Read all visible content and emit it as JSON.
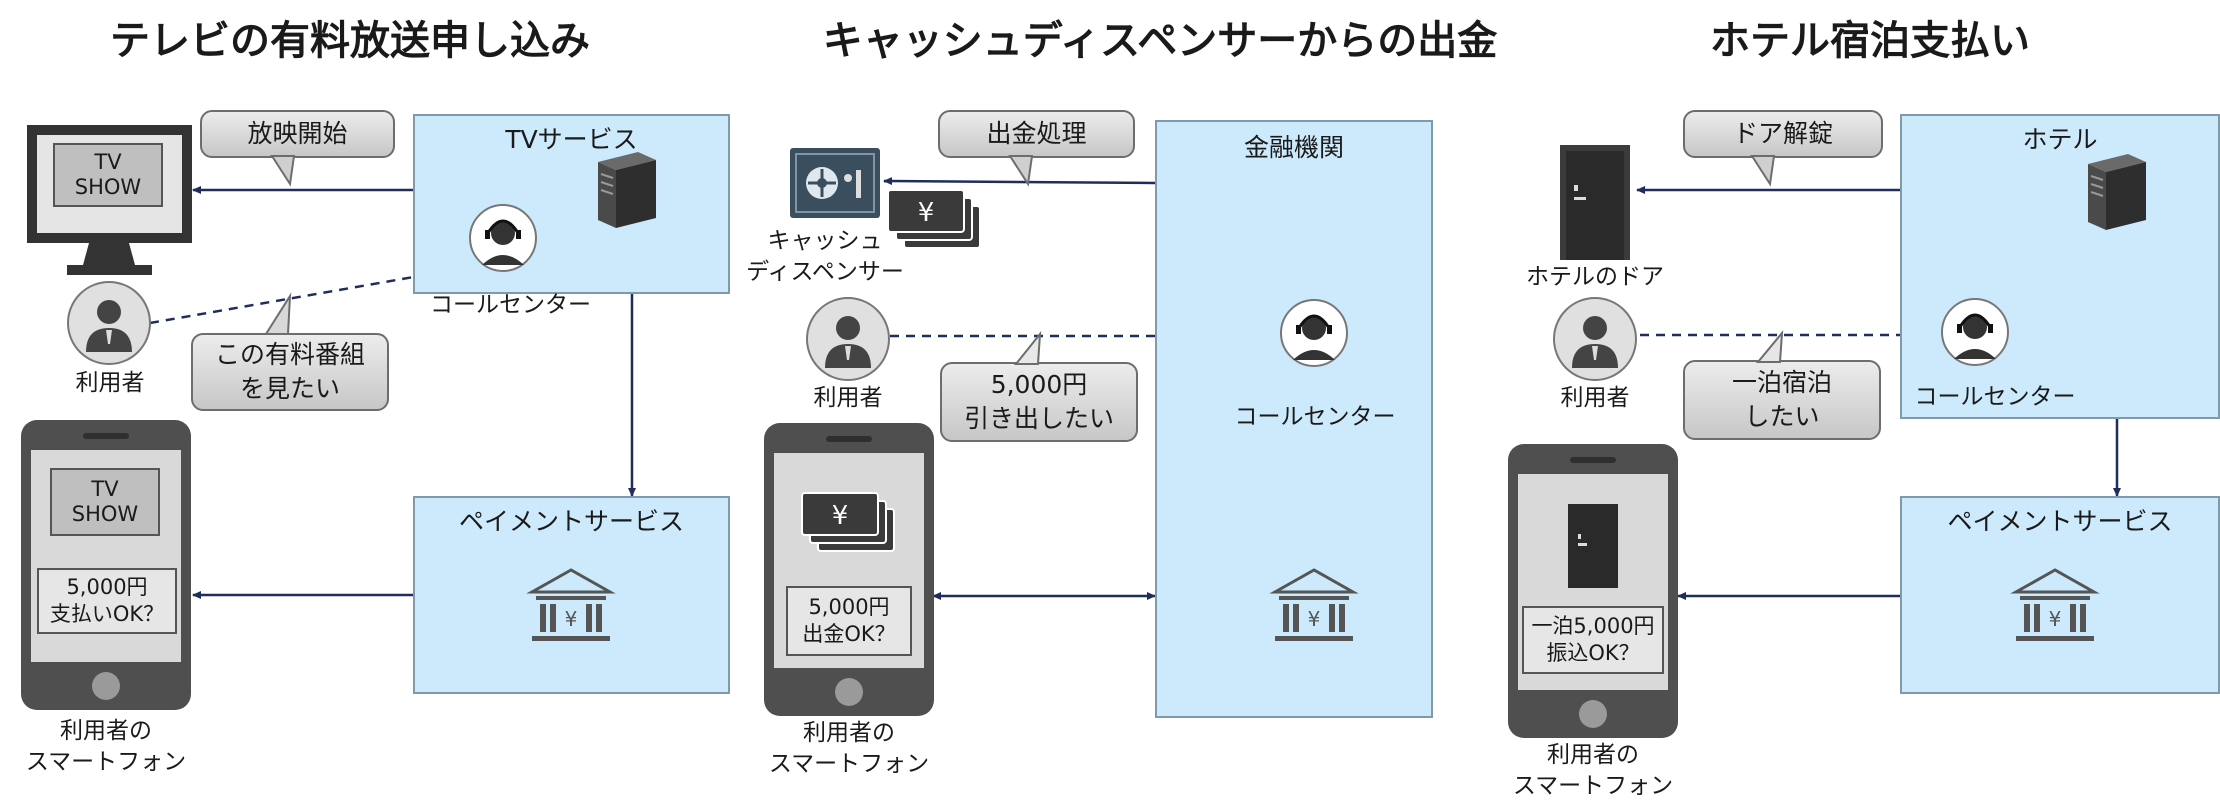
{
  "titles": {
    "tv": "テレビの有料放送申し込み",
    "atm": "キャッシュディスペンサーからの出金",
    "hotel": "ホテル宿泊支払い"
  },
  "tv": {
    "service_label": "TVサービス",
    "call_center_label": "コールセンター",
    "payment_label": "ペイメントサービス",
    "tv_screen": "TV\nSHOW",
    "user_label": "利用者",
    "bubble_start": "放映開始",
    "bubble_request": "この有料番組\nを見たい",
    "phone_screen": "TV\nSHOW",
    "phone_msg": "5,000円\n支払いOK？",
    "phone_label": "利用者の\nスマートフォン"
  },
  "atm": {
    "bank_label": "金融機関",
    "call_center_label": "コールセンター",
    "dispenser_label": "キャッシュ\nディスペンサー",
    "user_label": "利用者",
    "bubble_process": "出金処理",
    "bubble_request": "5,000円\n引き出したい",
    "phone_msg": "5,000円\n出金OK？",
    "phone_label": "利用者の\nスマートフォン",
    "yen_symbol": "¥"
  },
  "hotel": {
    "hotel_label": "ホテル",
    "call_center_label": "コールセンター",
    "payment_label": "ペイメントサービス",
    "door_label": "ホテルのドア",
    "user_label": "利用者",
    "bubble_unlock": "ドア解錠",
    "bubble_request": "一泊宿泊\nしたい",
    "phone_msg": "一泊5,000円\n振込OK？",
    "phone_label": "利用者の\nスマートフォン"
  },
  "colors": {
    "box_fill": "#cdeafc",
    "arrow": "#1f2d5c",
    "icon_dark": "#3e3e3e"
  }
}
